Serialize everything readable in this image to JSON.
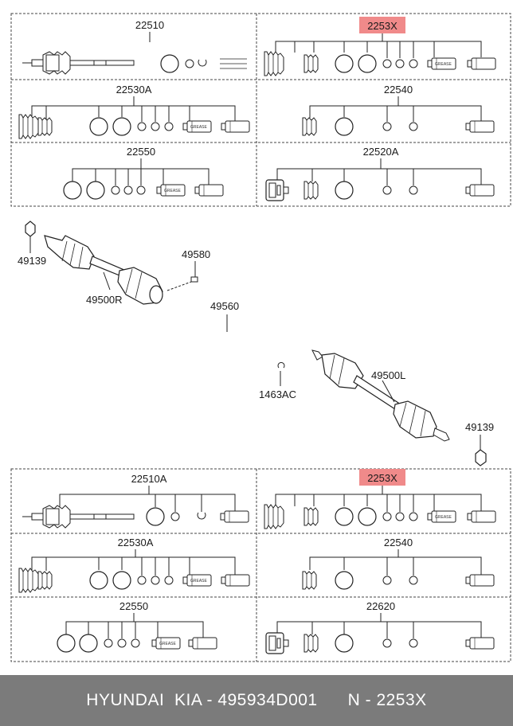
{
  "colors": {
    "highlight": "#f08a8a",
    "footer_bg": "#7b7b7b",
    "line": "#222222"
  },
  "panels": {
    "p1": "22510",
    "p2": "2253X",
    "p3": "22530A",
    "p4": "22540",
    "p5": "22550",
    "p6": "22520A",
    "p7": "22510A",
    "p8": "2253X",
    "p9": "22530A",
    "p10": "22540",
    "p11": "22550",
    "p12": "22620"
  },
  "callouts": {
    "c1": "49139",
    "c2": "49500R",
    "c3": "49580",
    "c4": "49560",
    "c5": "1463AC",
    "c6": "49500L",
    "c7": "49139"
  },
  "grease_text": "GREASE",
  "footer": {
    "brand": "HYUNDAI  KIA - 495934D001",
    "ref": "N - 2253X"
  }
}
